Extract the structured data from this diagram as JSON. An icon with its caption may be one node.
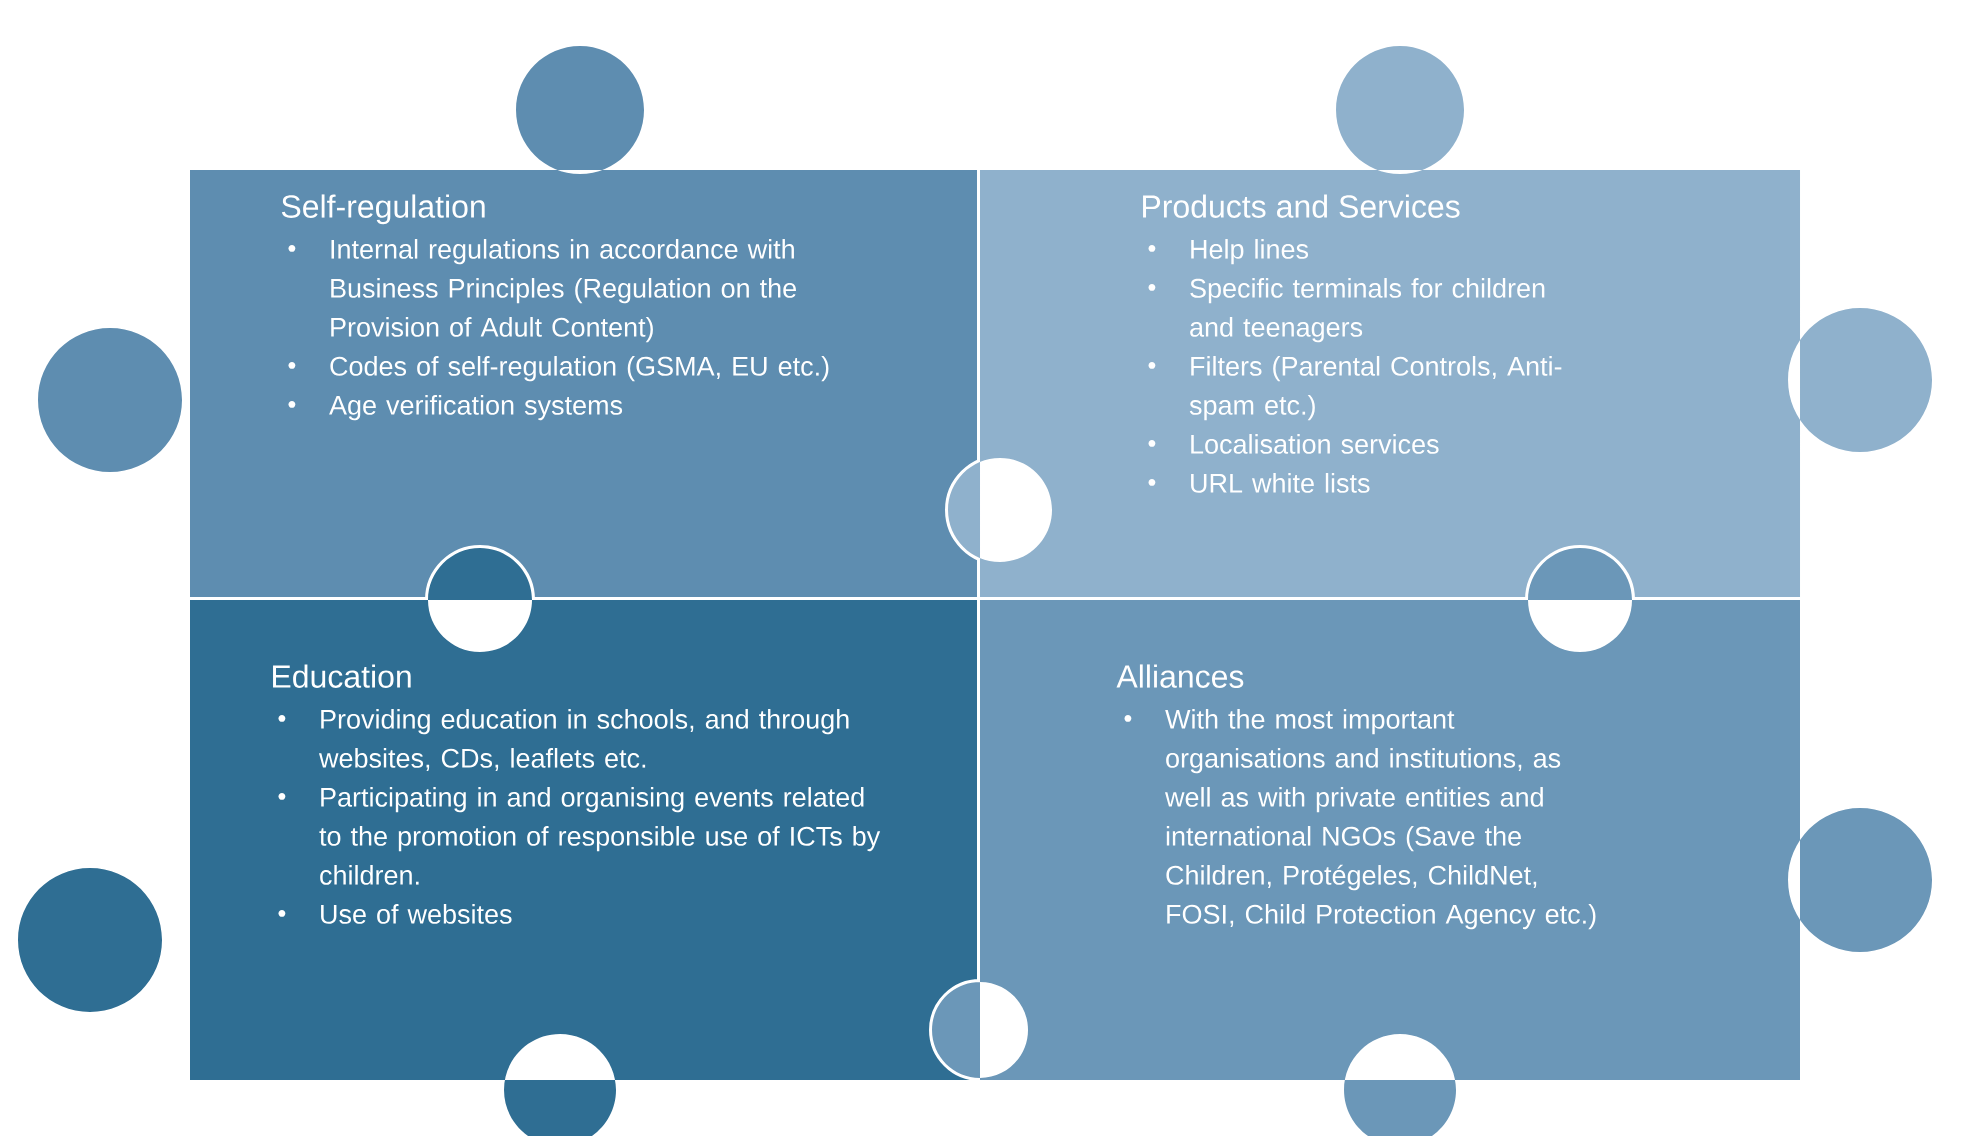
{
  "diagram": {
    "nodes": [
      {
        "text": [
          "Self-regulation",
          "Internal regulations in accordance with Business Principles (Regulation on the Provision of Adult Content)",
          "Codes of self-regulation (GSMA, EU etc.)",
          "Age verification systems"
        ]
      },
      {
        "text": [
          "Products and Services",
          "Help lines",
          "Specific terminals for children and teenagers",
          "Filters (Parental Controls, Anti-spam etc.)",
          "Localisation services",
          "URL white lists"
        ]
      },
      {
        "text": [
          "Education",
          "Providing education in schools, and through websites, CDs, leaflets etc.",
          "Participating in and organising events related to the promotion of responsible use of ICTs by children.",
          "Use of websites"
        ]
      },
      {
        "text": [
          "Alliances",
          "With the most important organisations and institutions, as well as with private entities and international NGOs (Save the Children, Protégeles, ChildNet, FOSI, Child Protection Agency etc.)"
        ]
      }
    ]
  }
}
